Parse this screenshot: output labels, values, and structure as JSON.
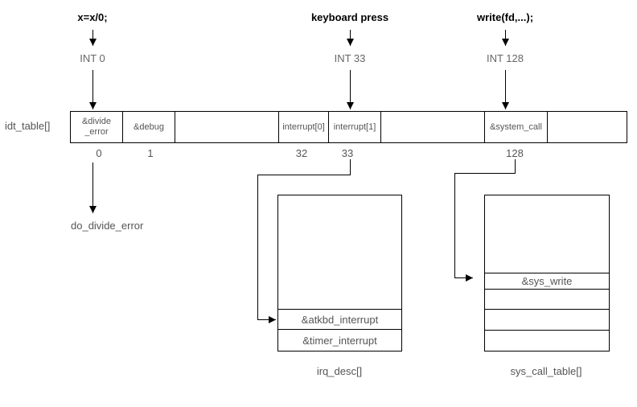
{
  "events": [
    {
      "label": "x=x/0;",
      "int_label": "INT 0"
    },
    {
      "label": "keyboard press",
      "int_label": "INT 33"
    },
    {
      "label": "write(fd,...);",
      "int_label": "INT 128"
    }
  ],
  "idt": {
    "label": "idt_table[]",
    "cells": [
      "&divide\n_error",
      "&debug",
      "",
      "interrupt[0]",
      "interrupt[1]",
      "",
      "&system_call",
      ""
    ],
    "indices": [
      "0",
      "1",
      "32",
      "33",
      "128"
    ]
  },
  "handler_label": "do_divide_error",
  "irq_desc": {
    "label": "irq_desc[]",
    "rows": [
      "",
      "&atkbd_interrupt",
      "&timer_interrupt"
    ]
  },
  "sys_call_table": {
    "label": "sys_call_table[]",
    "rows": [
      "",
      "&sys_write",
      "",
      "",
      ""
    ]
  },
  "colors": {
    "line": "#000000",
    "bold_text": "#000000",
    "text": "#555555",
    "muted_text": "#666666",
    "background": "#ffffff"
  }
}
